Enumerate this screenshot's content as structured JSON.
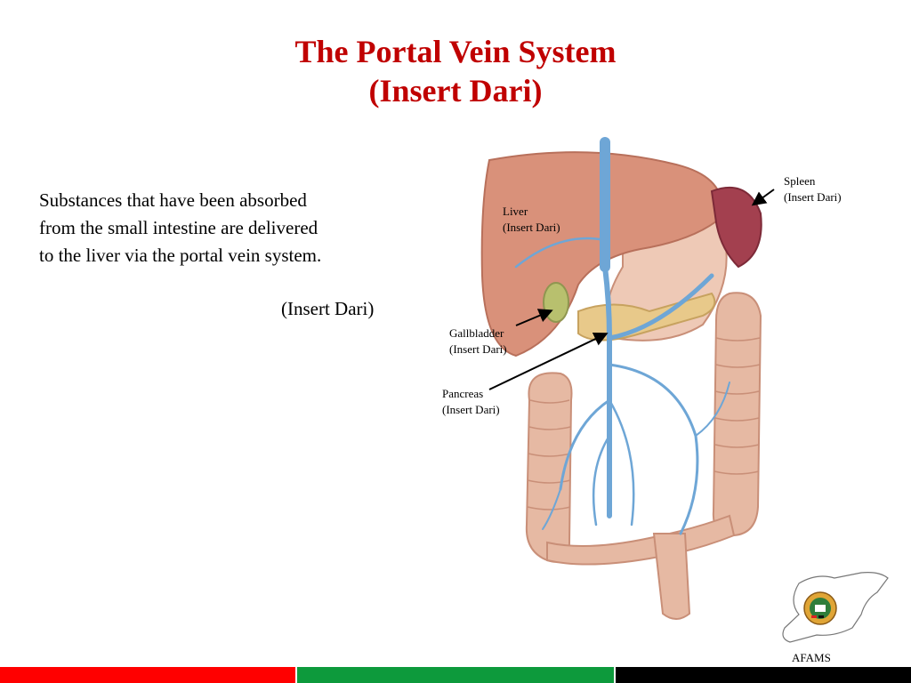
{
  "slide": {
    "title_line1": "The Portal Vein System",
    "title_line2": "(Insert Dari)",
    "body": {
      "line1": "Substances that have been absorbed",
      "line2": "from the small intestine are delivered",
      "line3": "to the liver via the portal vein system.",
      "dari": "(Insert Dari)"
    },
    "labels": {
      "spleen": "Spleen",
      "spleen_dari": "(Insert Dari)",
      "liver": "Liver",
      "liver_dari": "(Insert Dari)",
      "gallbladder": "Gallbladder",
      "gallbladder_dari": "(Insert Dari)",
      "pancreas": "Pancreas",
      "pancreas_dari": "(Insert Dari)"
    },
    "footer": {
      "logo_caption": "AFAMS",
      "colors": {
        "red": "#ff0000",
        "green": "#0d9a3c",
        "black": "#000000"
      }
    },
    "colors": {
      "title": "#c00000",
      "organ": "#d9917a",
      "vein": "#6ea6d6",
      "spleen": "#a3404f",
      "gallbladder": "#b8c06e",
      "intestine": "#e6b9a3"
    }
  }
}
